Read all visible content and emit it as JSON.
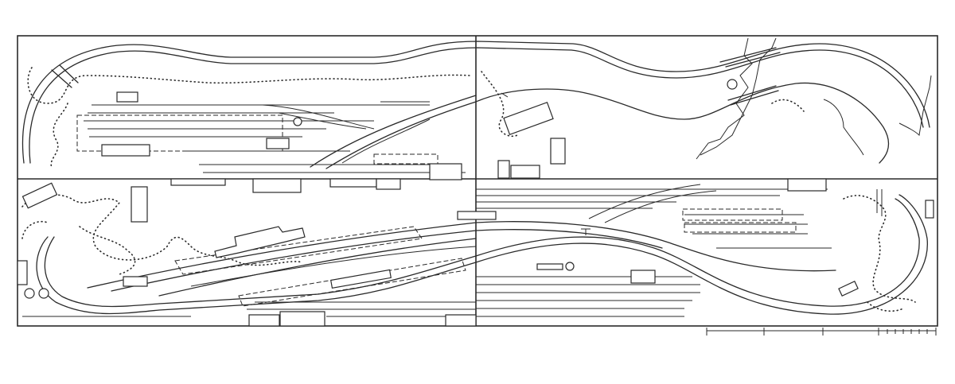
{
  "drawing": {
    "kind": "model railway track plan",
    "boards": [
      "top-left",
      "top-right",
      "bottom-left",
      "bottom-right"
    ],
    "scale_bar": "scale-bar-without-labels",
    "ink_color": "#2a2a2a",
    "paper_color": "#ffffff"
  }
}
